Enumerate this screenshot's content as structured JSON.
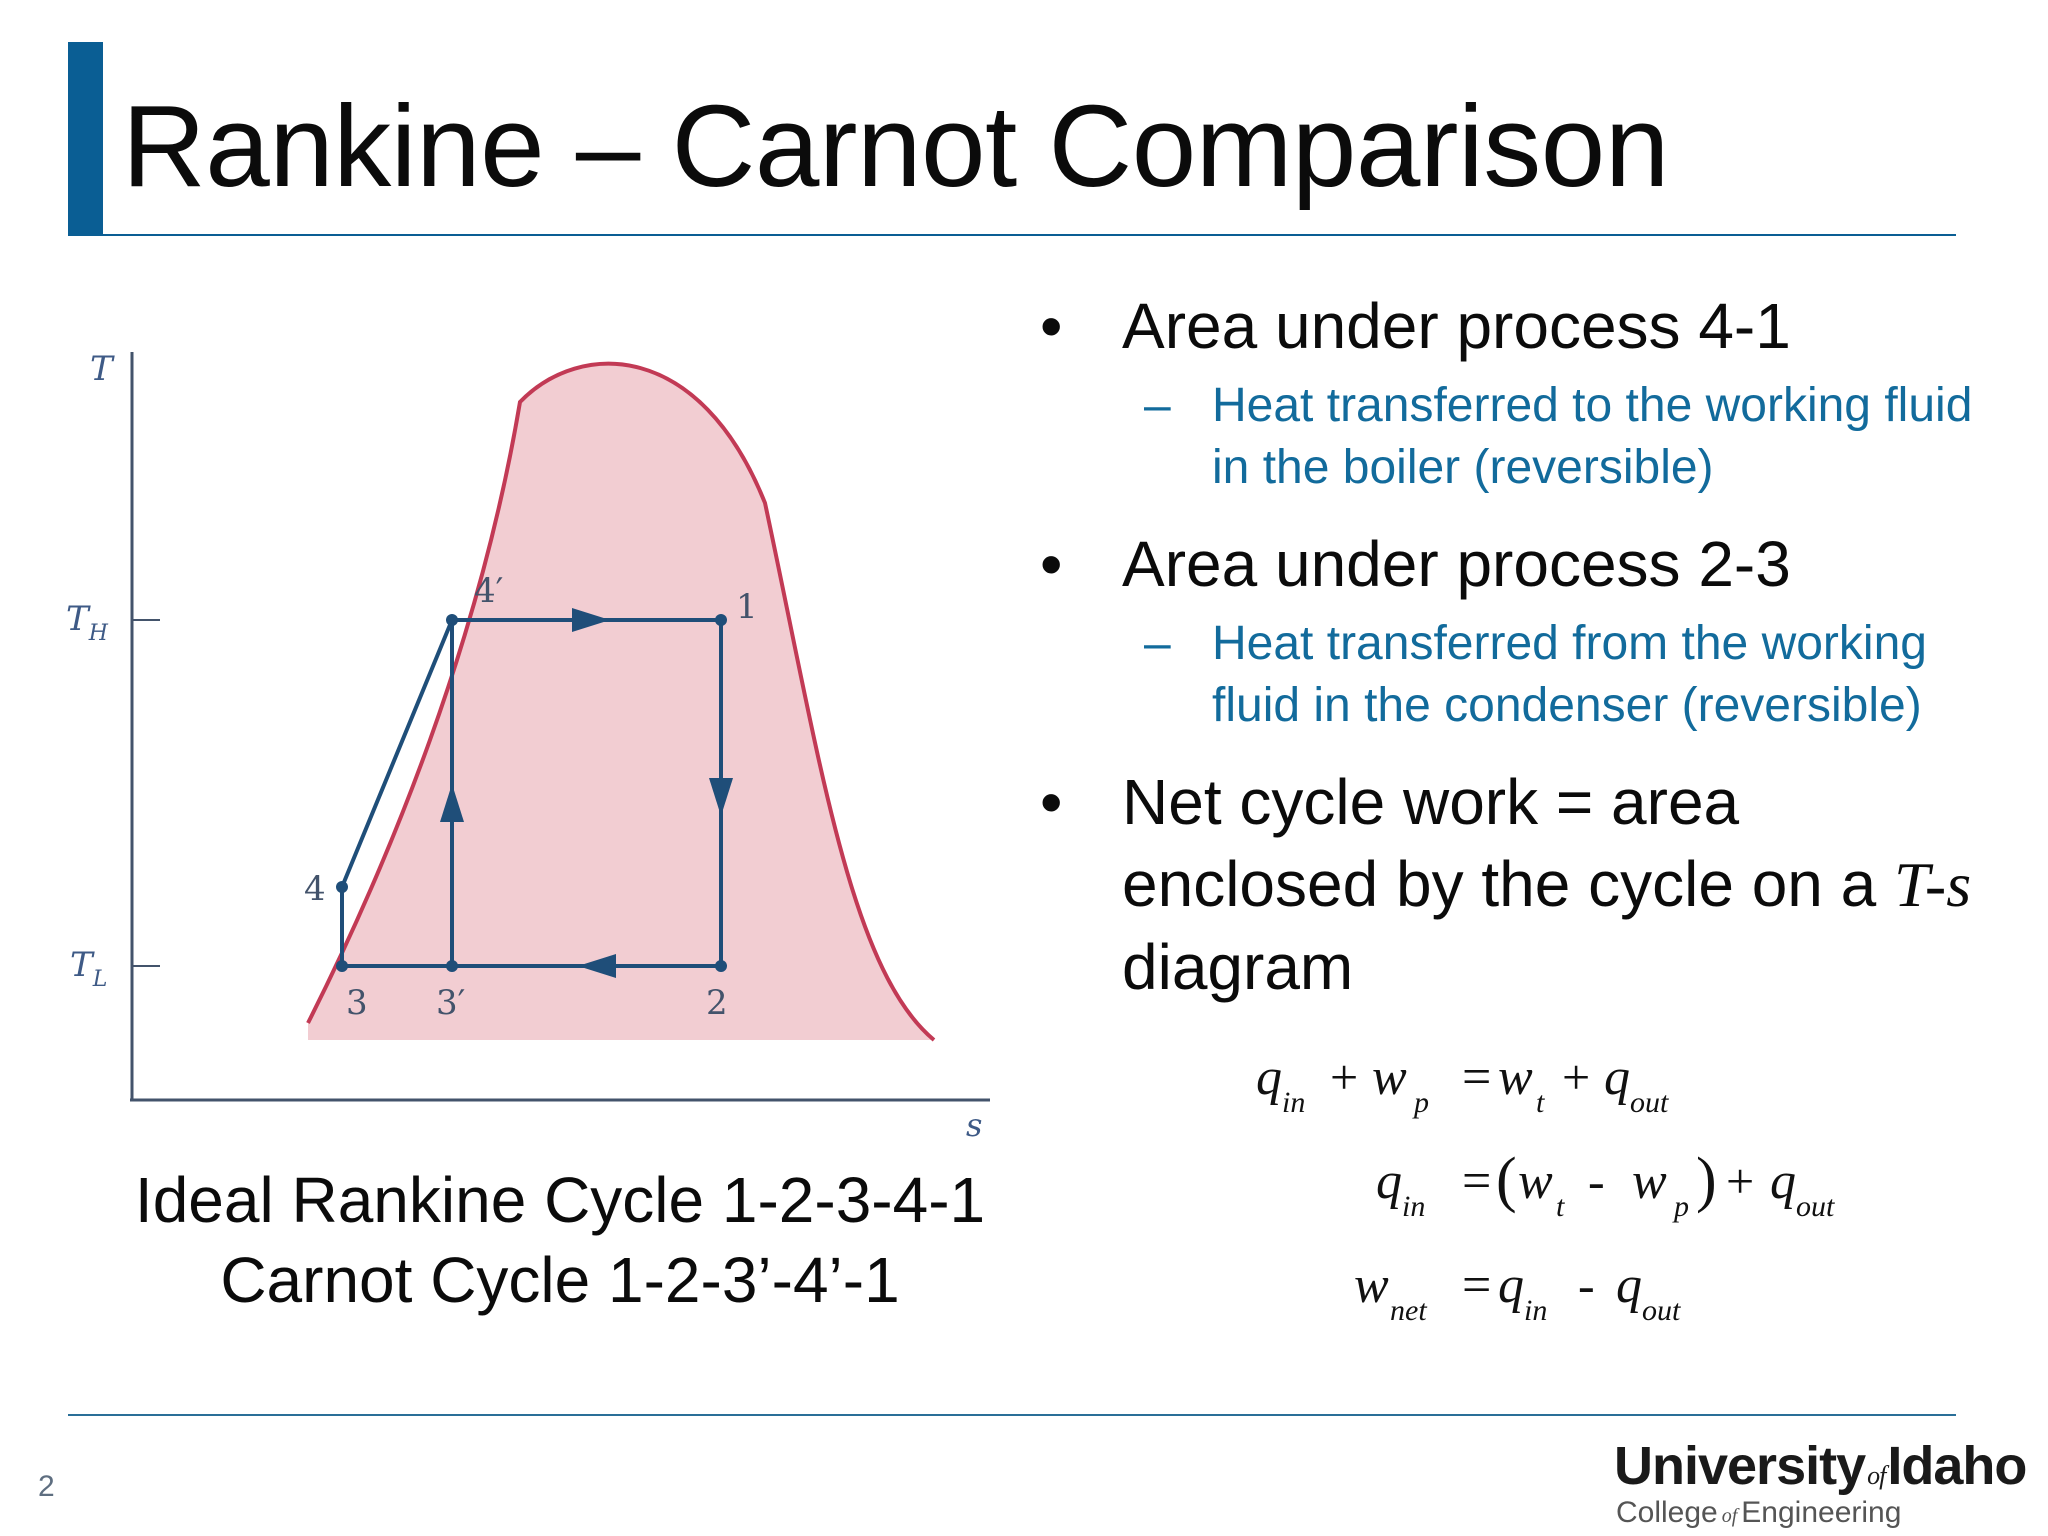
{
  "title": "Rankine – Carnot Comparison",
  "diagram": {
    "axis_t": "T",
    "axis_s": "s",
    "th_label": "T",
    "th_sub": "H",
    "tl_label": "T",
    "tl_sub": "L",
    "points": {
      "p1": "1",
      "p2": "2",
      "p3": "3",
      "p3p": "3′",
      "p4": "4",
      "p4p": "4′"
    },
    "colors": {
      "dome_fill": "#f2cdd2",
      "dome_line": "#c23a55",
      "cycle_line": "#1f4e79"
    }
  },
  "caption": {
    "line1": "Ideal Rankine Cycle 1-2-3-4-1",
    "line2": "Carnot Cycle 1-2-3’-4’-1"
  },
  "bullets": {
    "b1": {
      "text": "Area under process 4-1",
      "sub": "Heat transferred to the working fluid in the boiler (reversible)"
    },
    "b2": {
      "text": "Area under process 2-3",
      "sub": "Heat transferred from the working fluid in the condenser (reversible)"
    },
    "b3": {
      "text_pre": "Net cycle work = area enclosed by the cycle on a ",
      "text_italic": "T-s",
      "text_post": " diagram"
    },
    "bullet_char": "•",
    "dash_char": "–"
  },
  "equations": {
    "e1": {
      "q": "q",
      "in": "in",
      "plus": "+",
      "w": "w",
      "p": "p",
      "eq": "=",
      "t": "t",
      "out": "out"
    },
    "e2": {
      "q": "q",
      "in": "in",
      "eq": "=",
      "lpar": "(",
      "w": "w",
      "t": "t",
      "minus": "-",
      "p": "p",
      "rpar": ")",
      "plus": "+",
      "out": "out"
    },
    "e3": {
      "w": "w",
      "net": "net",
      "eq": "=",
      "q": "q",
      "in": "in",
      "minus": "-",
      "out": "out"
    }
  },
  "page_number": "2",
  "logo": {
    "university": "University",
    "of": "of",
    "idaho": "Idaho",
    "college": "College",
    "of2": "of",
    "engineering": "Engineering"
  }
}
